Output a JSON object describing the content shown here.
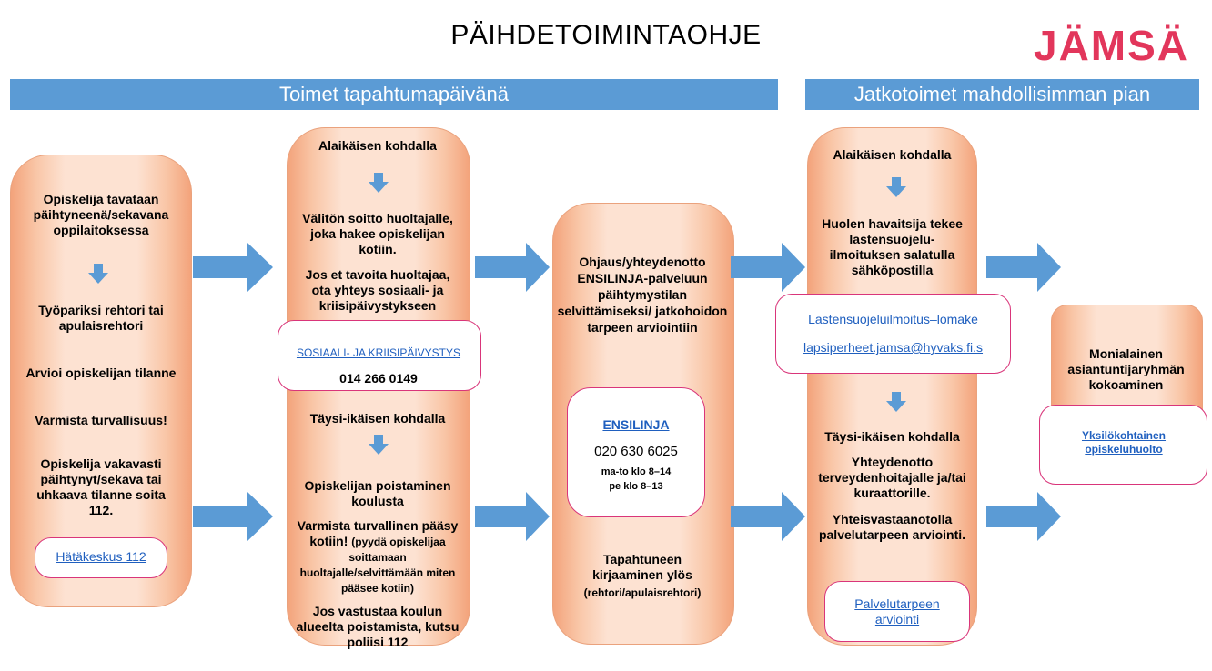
{
  "title": "PÄIHDETOIMINTAOHJE",
  "logo": "JÄMSÄ",
  "bands": {
    "left": "Toimet tapahtumapäivänä",
    "right": "Jatkotoimet mahdollisimman pian"
  },
  "col1": {
    "line1": "Opiskelija tavataan päihtyneenä/sekavana oppilaitoksessa",
    "line2": "Työpariksi rehtori tai apulaisrehtori",
    "line3": "Arvioi opiskelijan tilanne",
    "line4": "Varmista turvallisuus!",
    "line5": "Opiskelija vakavasti päihtynyt/sekava tai uhkaava tilanne soita 112.",
    "link": "Hätäkeskus 112"
  },
  "col2": {
    "heading_minor": "Alaikäisen kohdalla",
    "minor1": "Välitön soitto huoltajalle, joka hakee opiskelijan kotiin.",
    "minor2": "Jos et tavoita huoltajaa, ota yhteys sosiaali- ja kriisipäivystykseen",
    "crisis_link": "SOSIAALI- JA KRIISIPÄIVYSTYS",
    "crisis_phone": "014 266 0149",
    "heading_adult": "Täysi-ikäisen kohdalla",
    "adult1": "Opiskelijan poistaminen koulusta",
    "adult2a": "Varmista turvallinen pääsy kotiin!",
    "adult2b": "(pyydä opiskelijaa soittamaan huoltajalle/selvittämään miten pääsee kotiin)",
    "adult3": "Jos vastustaa koulun alueelta poistamista, kutsu poliisi 112"
  },
  "col3": {
    "text1": "Ohjaus/yhteydenotto ENSILINJA-palveluun päihtymystilan selvittämiseksi/ jatkohoidon tarpeen arviointiin",
    "link": "ENSILINJA",
    "phone": "020 630 6025",
    "hours1": "ma-to klo 8–14",
    "hours2": "pe klo 8–13",
    "text2": "Tapahtuneen kirjaaminen ylös",
    "text3": "(rehtori/apulaisrehtori)"
  },
  "col4": {
    "heading_minor": "Alaikäisen kohdalla",
    "minor1": "Huolen havaitsija tekee lastensuojelu-ilmoituksen salatulla sähköpostilla",
    "form_link": "Lastensuojeluilmoitus–lomake",
    "email": "lapsiperheet.jamsa@hyvaks.fi.s",
    "heading_adult": "Täysi-ikäisen kohdalla",
    "adult1": "Yhteydenotto terveydenhoitajalle ja/tai kuraattorille.",
    "adult2": "Yhteisvastaanotolla palvelutarpeen arviointi.",
    "link": "Palvelutarpeen arviointi"
  },
  "col5": {
    "text": "Monialainen asiantuntijaryhmän kokoaminen",
    "link": "Yksilökohtainen opiskeluhuolto"
  },
  "colors": {
    "band": "#5b9bd5",
    "arrow": "#5b9bd5",
    "box": "#f4b183",
    "link": "#1f5fbf",
    "white_box_border": "#d9357a",
    "logo": "#e2365b"
  }
}
